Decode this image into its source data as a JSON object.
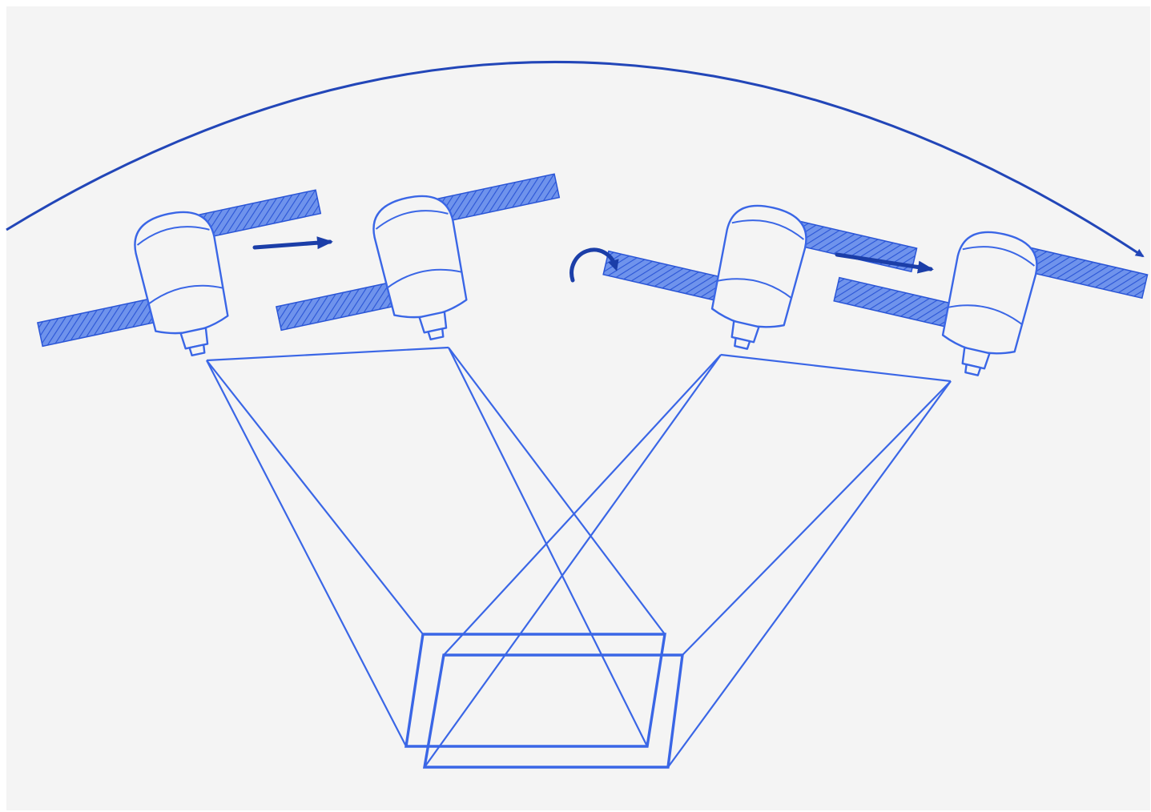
{
  "colors": {
    "background": "#f4f4f4",
    "page": "#ffffff",
    "line": "#3a66e6",
    "orbit": "#2246b8",
    "motion_arrow": "#1b3ea8",
    "panel_fill": "#6f93ec",
    "panel_hatch": "#2a55d6"
  },
  "icons": {
    "satellites": "satellite-icon",
    "motion_arrows": "arrow-right-icon",
    "rotation": "rotate-clockwise-icon",
    "orbit": "orbit-arc-icon"
  },
  "satellites": [
    {
      "id": "sat-1",
      "view": "forward-looking"
    },
    {
      "id": "sat-2",
      "view": "forward-looking"
    },
    {
      "id": "sat-3",
      "view": "backward-looking"
    },
    {
      "id": "sat-4",
      "view": "backward-looking"
    }
  ],
  "motion_arrow_count": 2,
  "rotation_indicator_count": 1,
  "ground_footprint_count": 2
}
